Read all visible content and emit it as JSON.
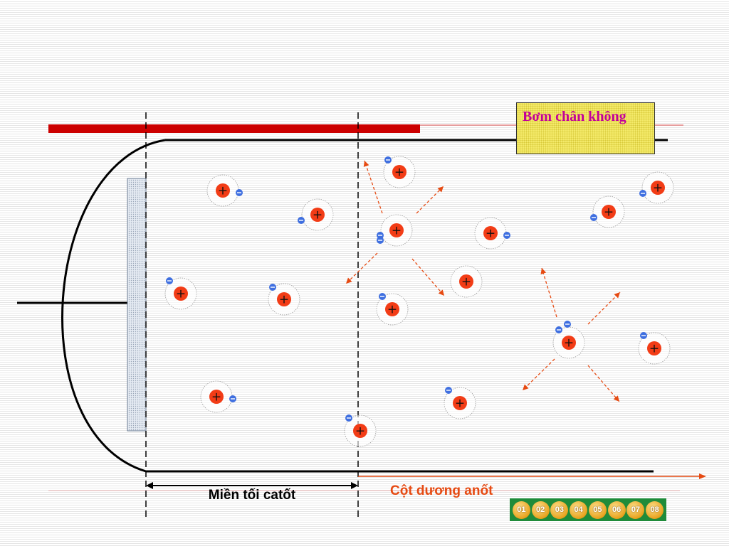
{
  "labels": {
    "pump": "Bơm chân không",
    "cathode_dark_space": "Miền tối catốt",
    "anode_column": "Cột dương anốt"
  },
  "colors": {
    "ion": "#f23c16",
    "electron": "#3f6fe0",
    "accent_red": "#cc0000",
    "arrow_orange": "#e64a12",
    "pump_box": "#f4ea6a",
    "pump_text": "#c3009a",
    "nav_bg": "#1f8b3a"
  },
  "ion_symbol": "+",
  "electron_symbol": "−",
  "slide_nav": {
    "buttons": [
      "01",
      "02",
      "03",
      "04",
      "05",
      "06",
      "07",
      "08"
    ]
  }
}
